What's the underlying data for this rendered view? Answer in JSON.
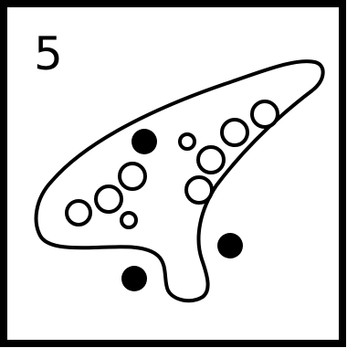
{
  "card": {
    "number": "5",
    "line_color": "#000000",
    "background": "#ffffff"
  },
  "instrument": {
    "kind": "ocarina",
    "holes": [
      {
        "name": "hole-1",
        "state": "open"
      },
      {
        "name": "hole-2",
        "state": "open"
      },
      {
        "name": "hole-3",
        "state": "open"
      },
      {
        "name": "hole-4",
        "state": "open"
      },
      {
        "name": "hole-5",
        "state": "open"
      },
      {
        "name": "hole-6",
        "state": "open"
      },
      {
        "name": "hole-7",
        "state": "open"
      },
      {
        "name": "hole-8",
        "state": "open"
      },
      {
        "name": "hole-9",
        "state": "open"
      },
      {
        "name": "hole-10",
        "state": "closed"
      },
      {
        "name": "hole-11",
        "state": "closed"
      },
      {
        "name": "hole-12",
        "state": "closed"
      }
    ]
  }
}
